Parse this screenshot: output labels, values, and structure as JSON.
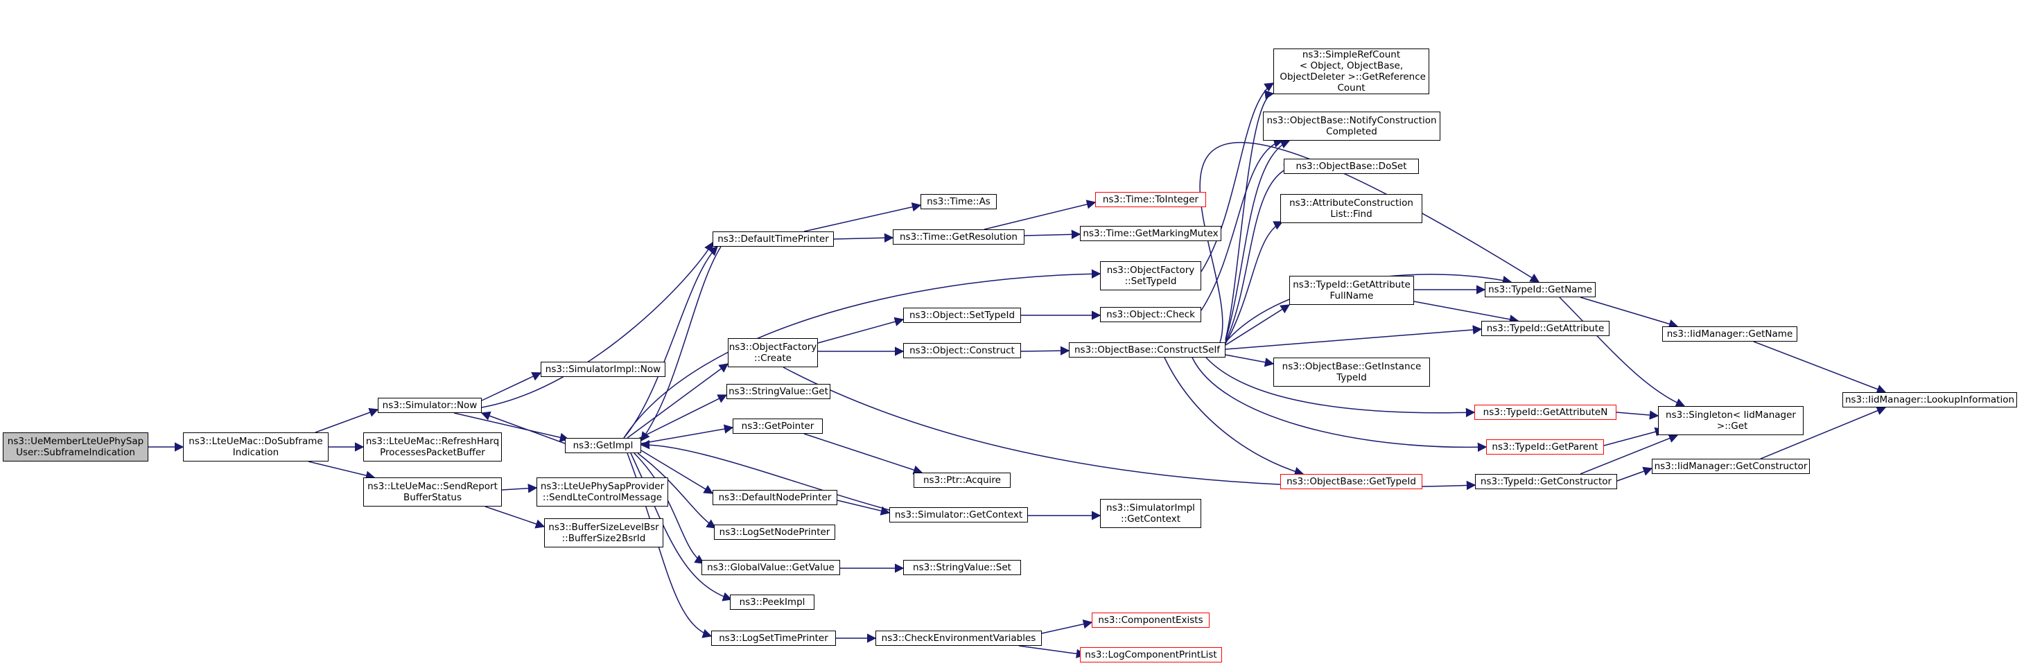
{
  "colors": {
    "edge": "#191970",
    "root_fill": "#bfbfbf",
    "border": "#000000",
    "truncated_border": "#ff0000"
  },
  "nodes": {
    "root": "ns3::UeMemberLteUePhySap\nUser::SubframeIndication",
    "dosubframe": "ns3::LteUeMac::DoSubframe\nIndication",
    "refreshharq": "ns3::LteUeMac::RefreshHarq\nProcessesPacketBuffer",
    "sendreport": "ns3::LteUeMac::SendReport\nBufferStatus",
    "simnow": "ns3::Simulator::Now",
    "simimplnow": "ns3::SimulatorImpl::Now",
    "sendltecontrol": "ns3::LteUePhySapProvider\n::SendLteControlMessage",
    "buffersize": "ns3::BufferSizeLevelBsr\n::BufferSize2BsrId",
    "getimpl": "ns3::GetImpl",
    "defaulttimeprinter": "ns3::DefaultTimePrinter",
    "objfactorycreate": "ns3::ObjectFactory\n::Create",
    "stringvalueget": "ns3::StringValue::Get",
    "getpointer": "ns3::GetPointer",
    "defaultnodeprinter": "ns3::DefaultNodePrinter",
    "logsetnodeprinter": "ns3::LogSetNodePrinter",
    "globalvalueget": "ns3::GlobalValue::GetValue",
    "peekimpl": "ns3::PeekImpl",
    "logsettimeprinter": "ns3::LogSetTimePrinter",
    "timeas": "ns3::Time::As",
    "timegetres": "ns3::Time::GetResolution",
    "objsettypeid": "ns3::Object::SetTypeId",
    "objconstruct": "ns3::Object::Construct",
    "ptracquire": "ns3::Ptr::Acquire",
    "simgetcontext": "ns3::Simulator::GetContext",
    "stringvalueset": "ns3::StringValue::Set",
    "checkenv": "ns3::CheckEnvironmentVariables",
    "timetointeger": "ns3::Time::ToInteger",
    "timegetmarking": "ns3::Time::GetMarkingMutex",
    "ofsettypeid": "ns3::ObjectFactory\n::SetTypeId",
    "objcheck": "ns3::Object::Check",
    "constructself": "ns3::ObjectBase::ConstructSelf",
    "simimplgetcontext": "ns3::SimulatorImpl\n::GetContext",
    "componentexists": "ns3::ComponentExists",
    "logcompprintlist": "ns3::LogComponentPrintList",
    "simplerefcount": "ns3::SimpleRefCount\n< Object, ObjectBase,\n ObjectDeleter >::GetReference\nCount",
    "notifyconstruction": "ns3::ObjectBase::NotifyConstruction\nCompleted",
    "objbasedoset": "ns3::ObjectBase::DoSet",
    "attrconstructionfind": "ns3::AttributeConstruction\nList::Find",
    "typeidgetattrfullname": "ns3::TypeId::GetAttribute\nFullName",
    "getinstancetypeid": "ns3::ObjectBase::GetInstance\nTypeId",
    "objbasegettypeid": "ns3::ObjectBase::GetTypeId",
    "typeidgetname": "ns3::TypeId::GetName",
    "typeidgetattribute": "ns3::TypeId::GetAttribute",
    "typeidgetattributen": "ns3::TypeId::GetAttributeN",
    "typeidgetparent": "ns3::TypeId::GetParent",
    "typeidgetconstructor": "ns3::TypeId::GetConstructor",
    "iidgetname": "ns3::IidManager::GetName",
    "singletonget": "ns3::Singleton< IidManager\n >::Get",
    "iidgetconstructor": "ns3::IidManager::GetConstructor",
    "iidlookup": "ns3::IidManager::LookupInformation"
  }
}
